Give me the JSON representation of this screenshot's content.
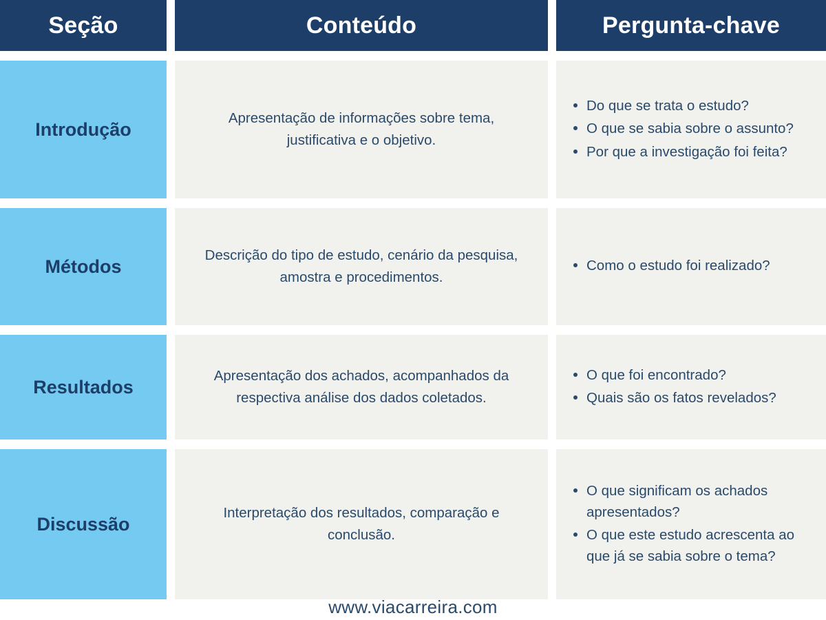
{
  "colors": {
    "header_bg": "#1d3e69",
    "header_text": "#ffffff",
    "section_bg": "#74caf0",
    "section_text": "#1d3e69",
    "cell_bg": "#f1f1ee",
    "cell_text": "#2a4a6b",
    "page_bg": "#ffffff"
  },
  "table": {
    "headers": {
      "section": "Seção",
      "content": "Conteúdo",
      "question": "Pergunta-chave"
    },
    "rows": [
      {
        "section": "Introdução",
        "content": "Apresentação de informações sobre tema, justificativa e o objetivo.",
        "questions": [
          "Do que se trata o estudo?",
          "O que se sabia sobre o assunto?",
          "Por que a investigação foi feita?"
        ]
      },
      {
        "section": "Métodos",
        "content": "Descrição do tipo de estudo, cenário da pesquisa, amostra e procedimentos.",
        "questions": [
          "Como o estudo foi realizado?"
        ]
      },
      {
        "section": "Resultados",
        "content": "Apresentação dos achados, acompanhados da respectiva análise dos dados coletados.",
        "questions": [
          "O que foi encontrado?",
          "Quais são os fatos revelados?"
        ]
      },
      {
        "section": "Discussão",
        "content": "Interpretação dos resultados, comparação e conclusão.",
        "questions": [
          "O que significam os achados apresentados?",
          "O que este estudo acrescenta ao que já se sabia sobre o tema?"
        ]
      }
    ]
  },
  "footer": {
    "url": "www.viacarreira.com"
  }
}
